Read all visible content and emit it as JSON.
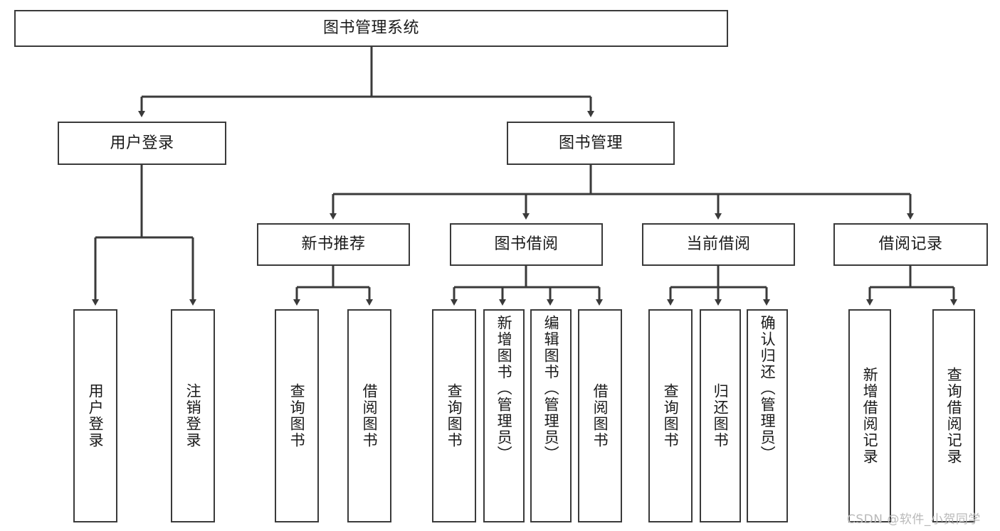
{
  "diagram": {
    "title": "图书管理系统",
    "type": "tree-hierarchy-chart",
    "root": {
      "label": "图书管理系统"
    },
    "level2": [
      {
        "label": "用户登录"
      },
      {
        "label": "图书管理"
      }
    ],
    "level3": [
      {
        "label": "新书推荐"
      },
      {
        "label": "图书借阅"
      },
      {
        "label": "当前借阅"
      },
      {
        "label": "借阅记录"
      }
    ],
    "leaves": {
      "user_login": [
        {
          "label": "用户登录"
        },
        {
          "label": "注销登录"
        }
      ],
      "new_book_recommend": [
        {
          "label": "查询图书"
        },
        {
          "label": "借阅图书"
        }
      ],
      "book_borrow": [
        {
          "label": "查询图书"
        },
        {
          "label": "新增图书（管理员）"
        },
        {
          "label": "编辑图书（管理员）"
        },
        {
          "label": "借阅图书"
        }
      ],
      "current_borrow": [
        {
          "label": "查询图书"
        },
        {
          "label": "归还图书"
        },
        {
          "label": "确认归还（管理员）"
        }
      ],
      "borrow_record": [
        {
          "label": "新增借阅记录"
        },
        {
          "label": "查询借阅记录"
        }
      ]
    }
  },
  "watermark": {
    "text": "CSDN @软件_小贺同学"
  },
  "colors": {
    "stroke": "#3a3a3a",
    "text": "#1a1a1a",
    "background": "#ffffff",
    "watermark": "#b9b9b9"
  }
}
